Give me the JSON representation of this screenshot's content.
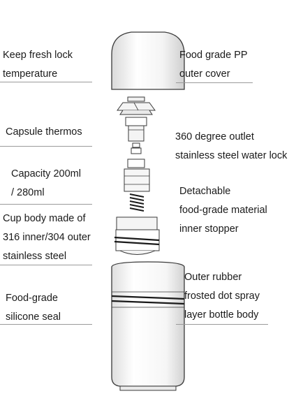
{
  "left_labels": [
    {
      "lines": [
        "Keep fresh lock",
        "temperature"
      ]
    },
    {
      "lines": [
        "Capsule thermos"
      ]
    },
    {
      "lines": [
        "Capacity 200ml",
        "/ 280ml"
      ]
    },
    {
      "lines": [
        "Cup body made of",
        "316 inner/304 outer",
        "stainless steel"
      ]
    },
    {
      "lines": [
        "Food-grade",
        "silicone seal"
      ]
    }
  ],
  "right_labels": [
    {
      "lines": [
        "Food grade PP",
        "outer cover"
      ]
    },
    {
      "lines": [
        "360 degree outlet",
        "stainless steel water lock"
      ]
    },
    {
      "lines": [
        "Detachable",
        "food-grade material",
        "inner stopper"
      ]
    },
    {
      "lines": [
        "Outer rubber",
        "frosted dot spray",
        "layer bottle body"
      ]
    }
  ],
  "colors": {
    "outline": "#3a3a3a",
    "fill": "#ffffff",
    "shade": "#e6e6e6",
    "thread": "#1a1a1a",
    "rule": "#9a9a9a",
    "text": "#1a1a1a"
  }
}
